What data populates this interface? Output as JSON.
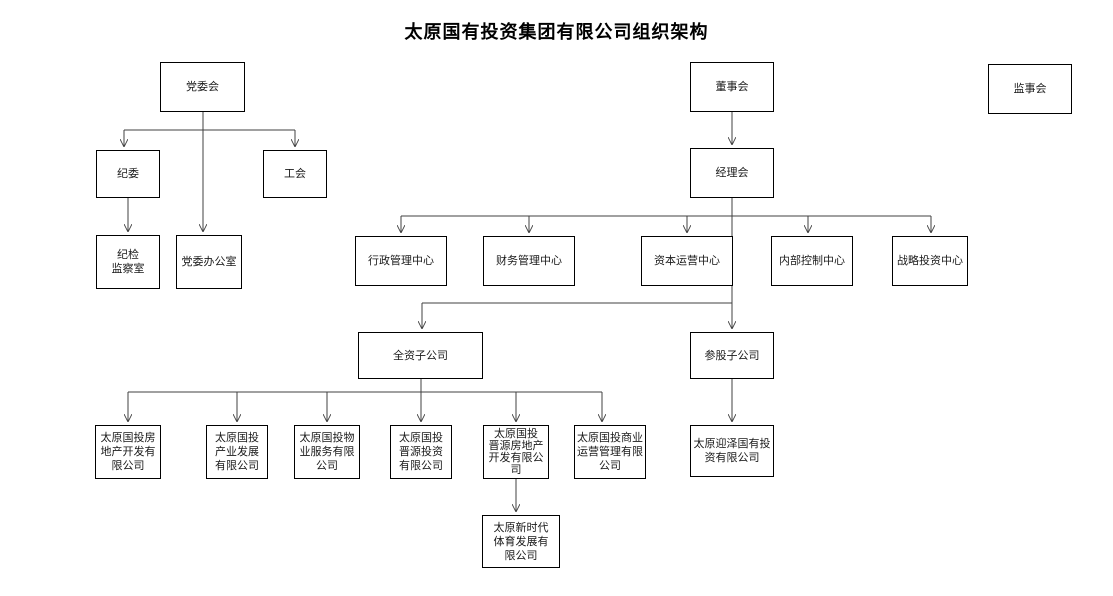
{
  "title": "太原国有投资集团有限公司组织架构",
  "colors": {
    "background": "#ffffff",
    "box_border": "#000000",
    "connector": "#404040",
    "text": "#1a1a1a"
  },
  "nodes": {
    "dangweihui": {
      "label": "党委会"
    },
    "dongshihui": {
      "label": "董事会"
    },
    "jianshihui": {
      "label": "监事会"
    },
    "jiwei": {
      "label": "纪委"
    },
    "gonghui": {
      "label": "工会"
    },
    "jijian_jianchashi": {
      "label": "纪检\n监察室"
    },
    "dangwei_bangongshi": {
      "label": "党委办公室"
    },
    "jinglihui": {
      "label": "经理会"
    },
    "xingzheng_center": {
      "label": "行政管理中心"
    },
    "caiwu_center": {
      "label": "财务管理中心"
    },
    "ziben_center": {
      "label": "资本运营中心"
    },
    "neibu_center": {
      "label": "内部控制中心"
    },
    "zhanlue_center": {
      "label": "战略投资中心"
    },
    "quanzi_zigongsi": {
      "label": "全资子公司"
    },
    "cangu_zigongsi": {
      "label": "参股子公司"
    },
    "sub_fangdichan": {
      "label": "太原国投房\n地产开发有\n限公司"
    },
    "sub_chanye": {
      "label": "太原国投\n产业发展\n有限公司"
    },
    "sub_wuye": {
      "label": "太原国投物\n业服务有限\n公司"
    },
    "sub_jinyuan_touzi": {
      "label": "太原国投\n晋源投资\n有限公司"
    },
    "sub_jinyuan_fdc": {
      "label": "太原国投\n晋源房地产\n开发有限公\n司"
    },
    "sub_shangye": {
      "label": "太原国投商业\n运营管理有限\n公司"
    },
    "sub_yingze": {
      "label": "太原迎泽国有投\n资有限公司"
    },
    "sub_xinshidai": {
      "label": "太原新时代\n体育发展有\n限公司"
    }
  }
}
